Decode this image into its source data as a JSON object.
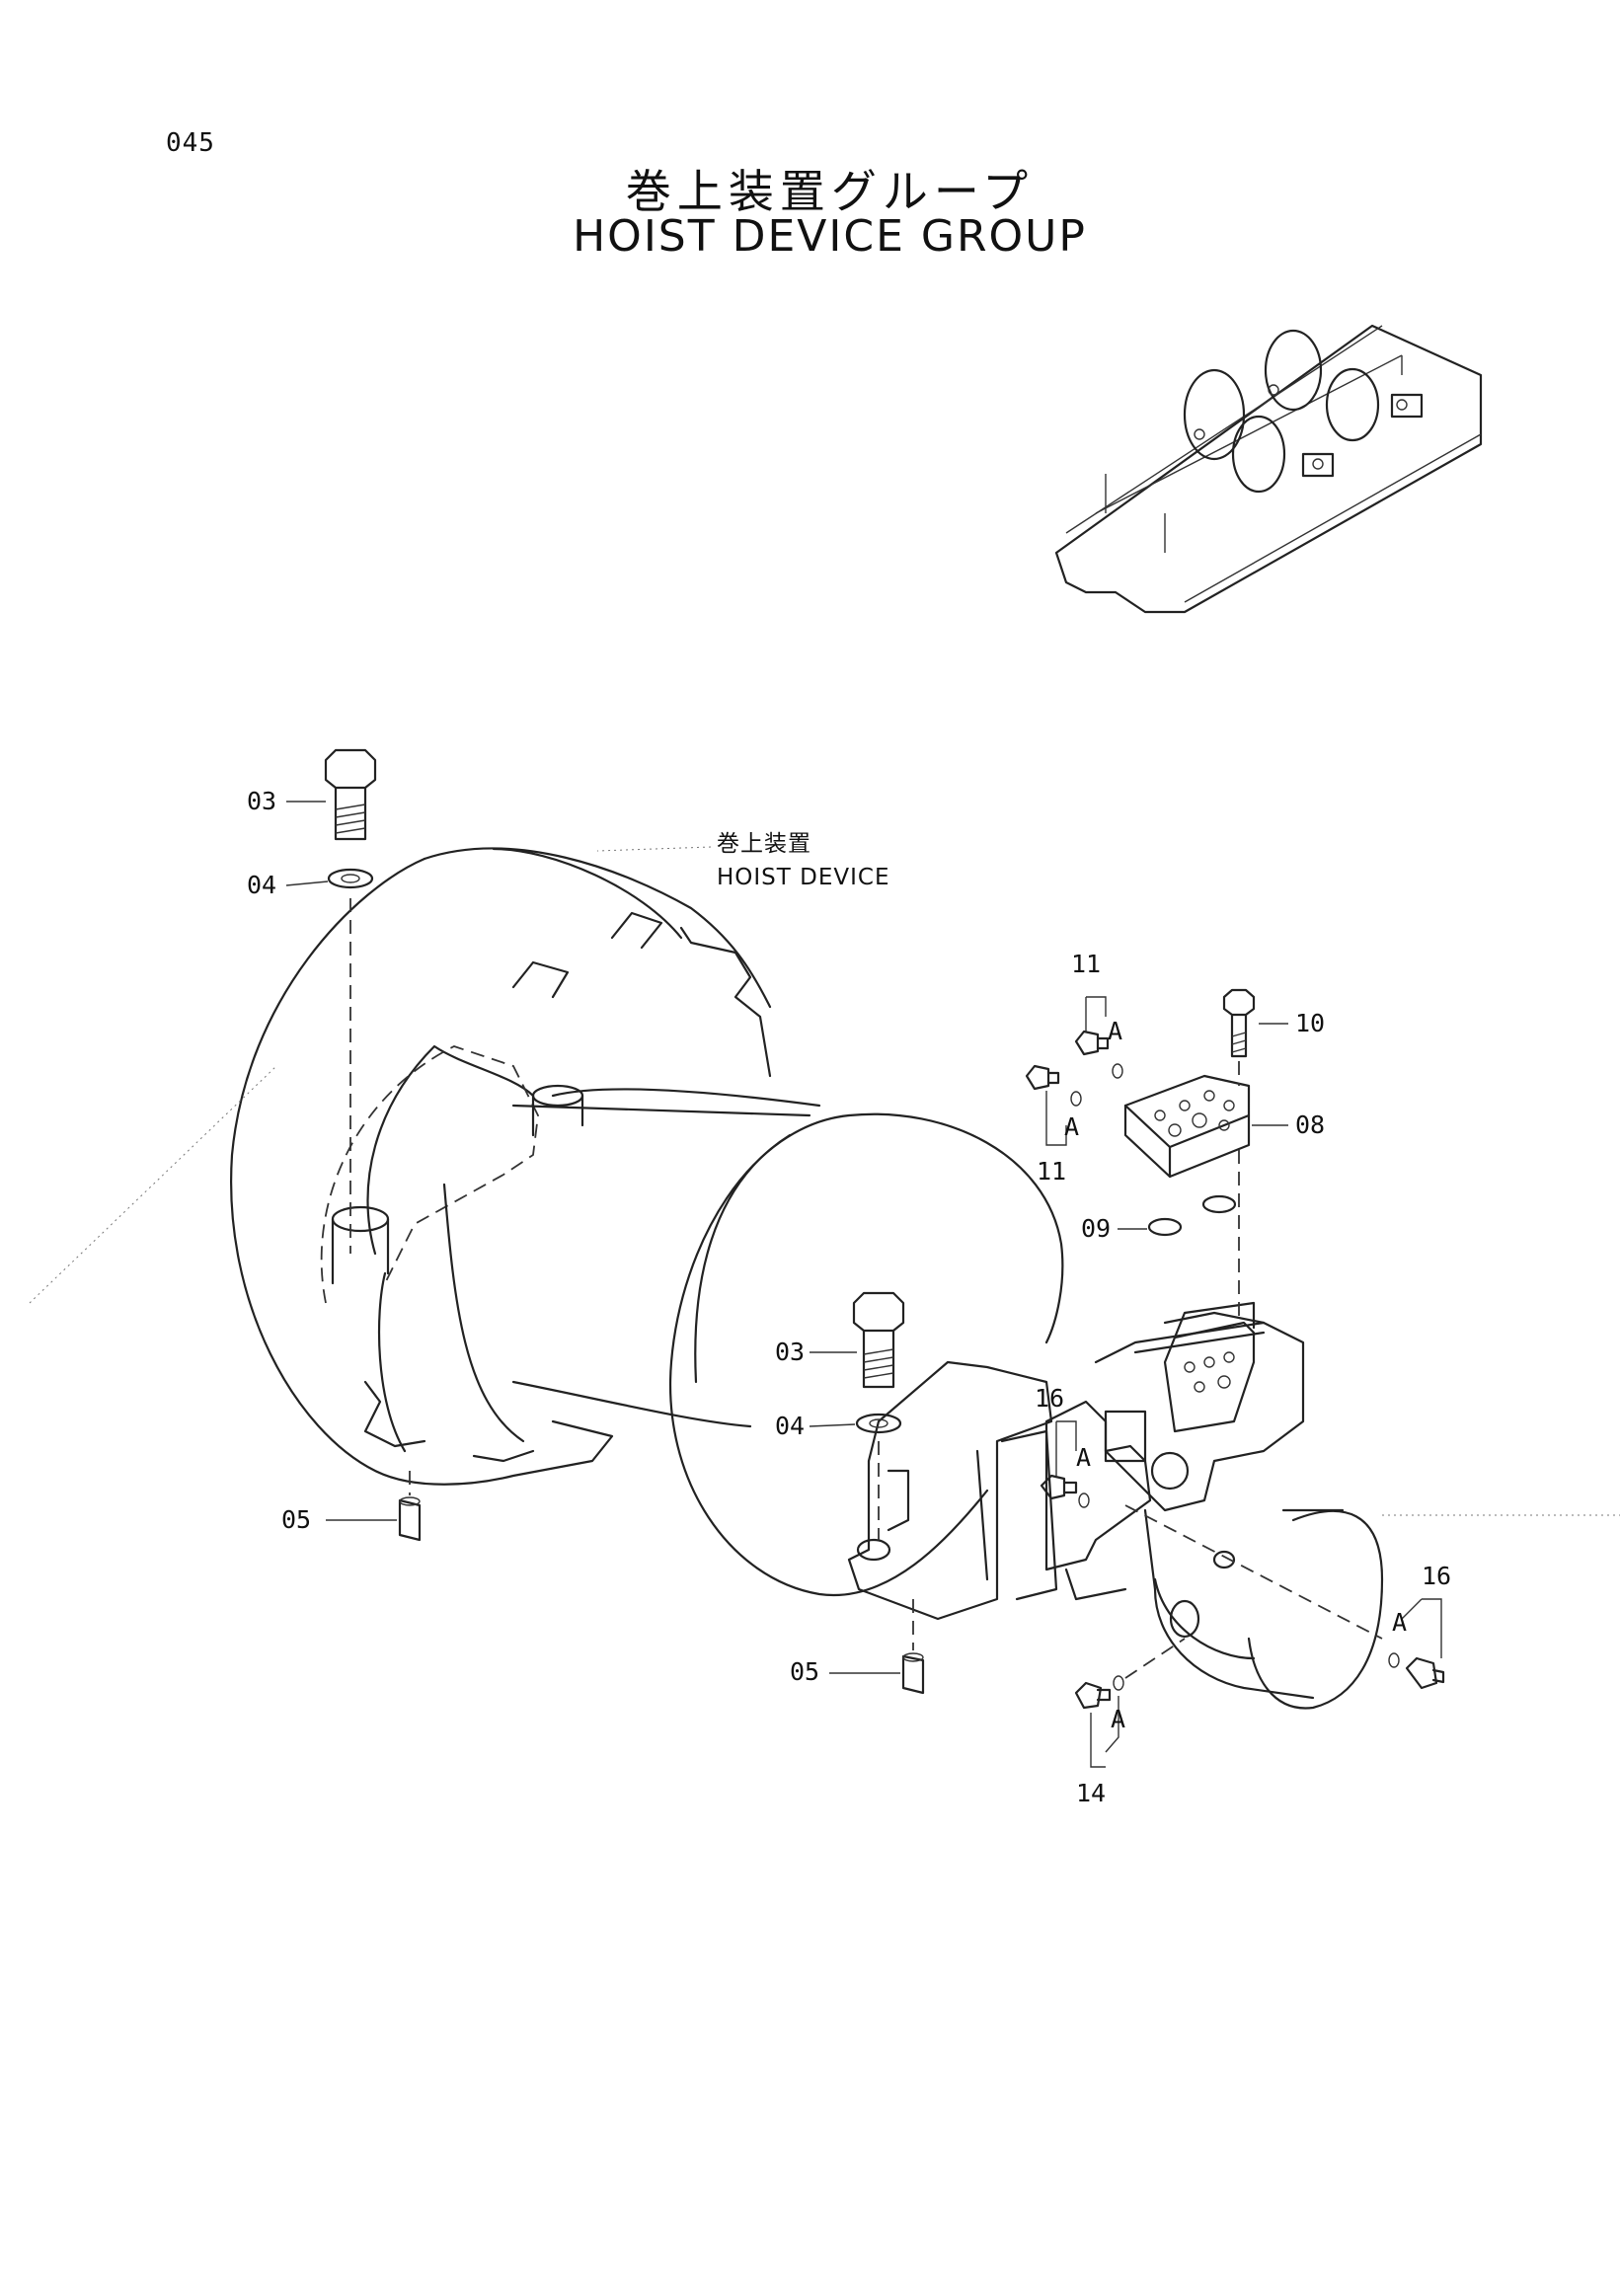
{
  "page_number": "045",
  "title_jp": "巻上装置グループ",
  "title_en": "HOIST DEVICE GROUP",
  "callout": {
    "label_jp": "巻上装置",
    "label_en": "HOIST DEVICE"
  },
  "parts": {
    "p03_top": "03",
    "p04_top": "04",
    "p05_left": "05",
    "p03_mid": "03",
    "p04_mid": "04",
    "p05_mid": "05",
    "p08": "08",
    "p09": "09",
    "p10": "10",
    "p11_top": "11",
    "p11_bot": "11",
    "p14": "14",
    "p16_left": "16",
    "p16_right": "16"
  },
  "marks": {
    "a": "A"
  }
}
